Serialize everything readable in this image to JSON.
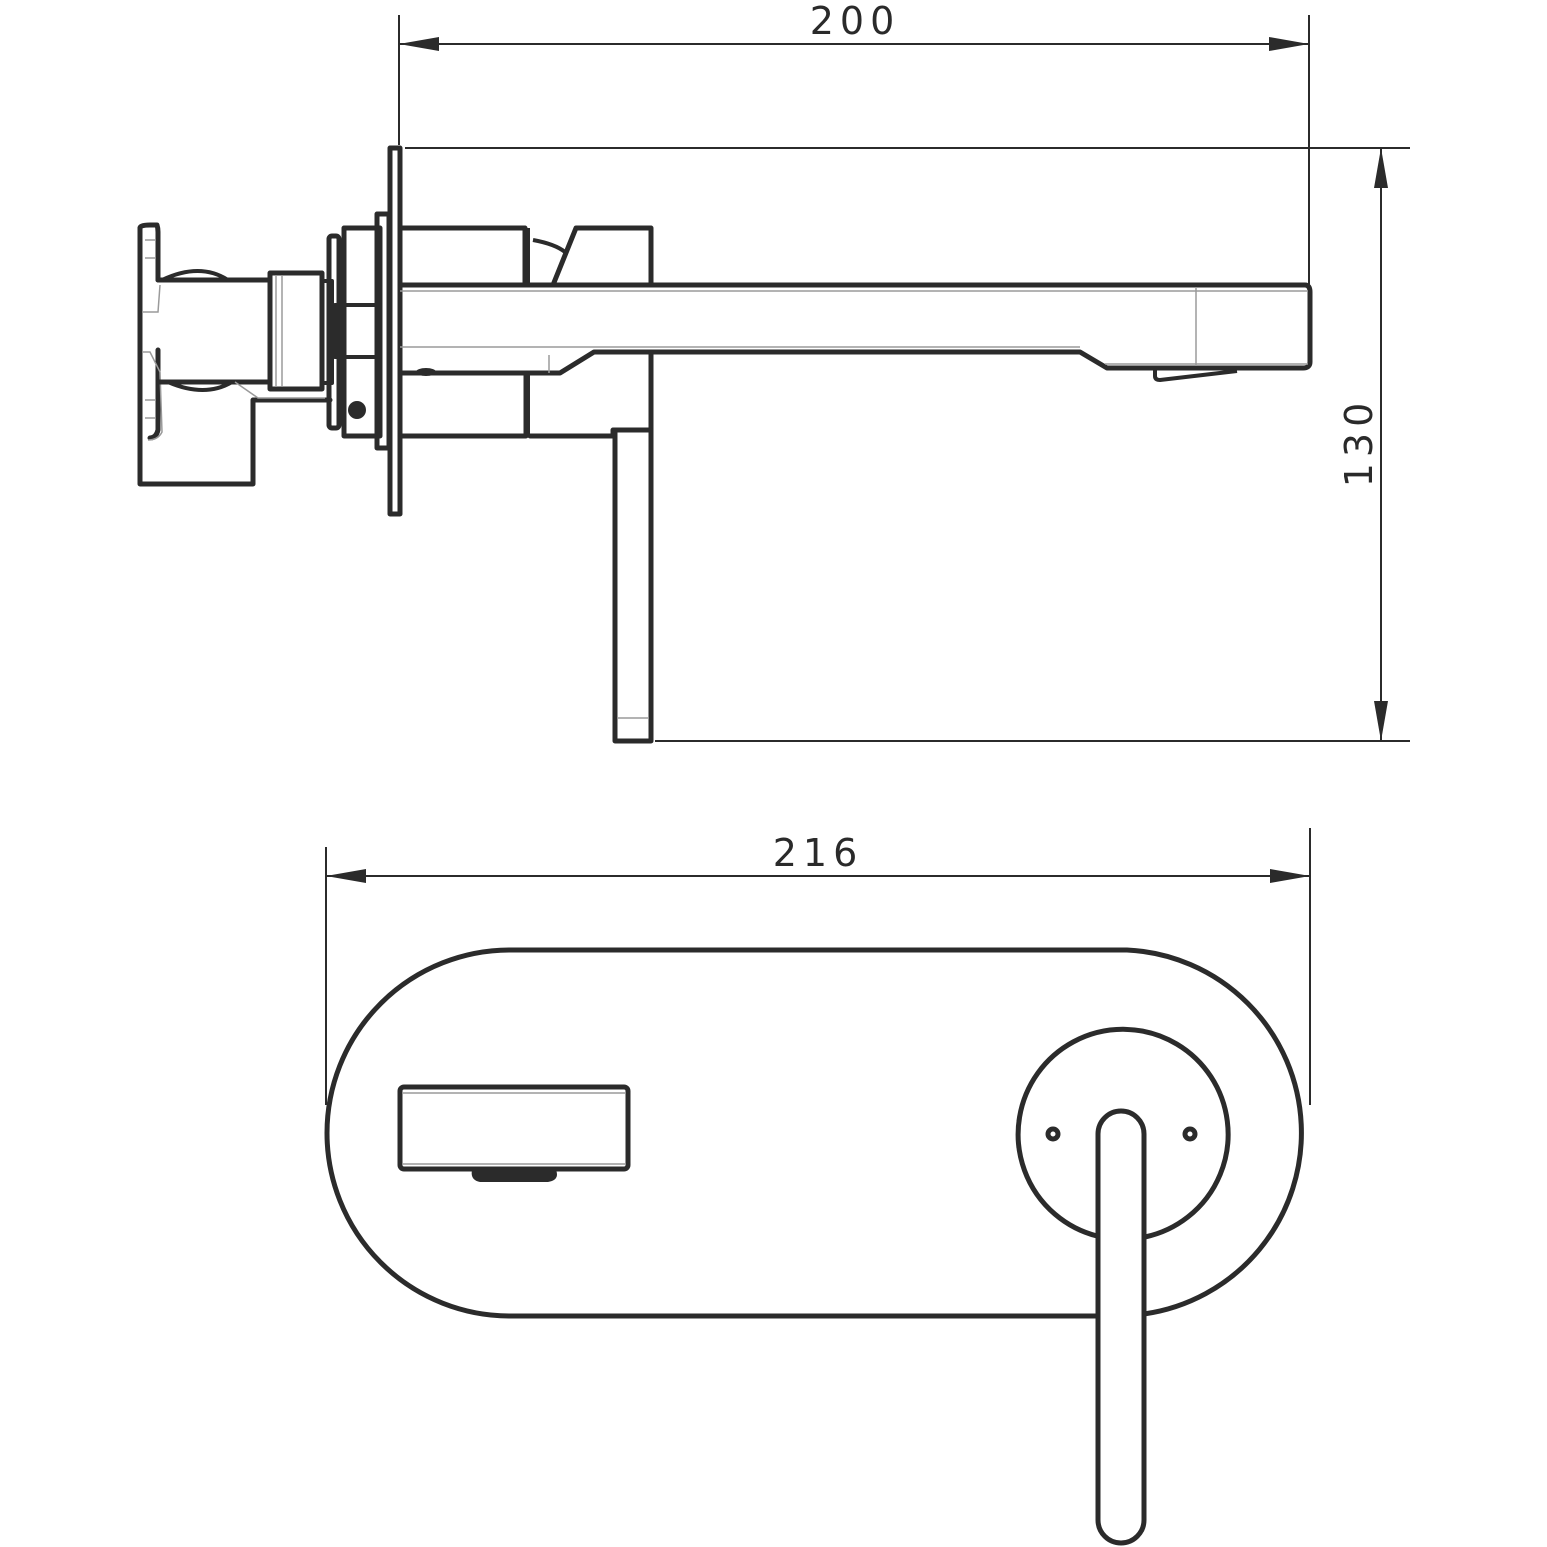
{
  "drawing": {
    "type": "technical-drawing",
    "subject": "wall-mounted basin mixer",
    "line_color": "#2b2b2b",
    "background": "#ffffff",
    "views": [
      {
        "name": "side-view",
        "description": "side elevation"
      },
      {
        "name": "front-view",
        "description": "front elevation"
      }
    ]
  },
  "dimensions": {
    "spout_projection": {
      "value": "200",
      "orientation": "horizontal"
    },
    "overall_height": {
      "value": "130",
      "orientation": "vertical"
    },
    "backplate_width": {
      "value": "216",
      "orientation": "horizontal"
    }
  }
}
